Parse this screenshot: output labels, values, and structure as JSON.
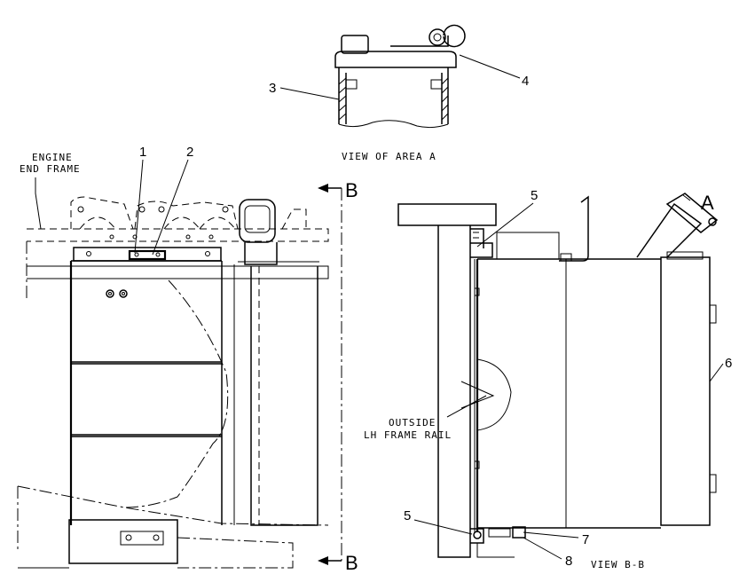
{
  "labels": {
    "engine_end_frame_line1": "ENGINE",
    "engine_end_frame_line2": "END FRAME",
    "view_of_area_a": "VIEW OF AREA A",
    "outside_line1": "OUTSIDE",
    "outside_line2": "LH FRAME RAIL",
    "view_bb": "VIEW B-B",
    "section_b_top": "B",
    "section_b_bottom": "B",
    "detail_a": "A"
  },
  "callouts": {
    "c1": "1",
    "c2": "2",
    "c3": "3",
    "c4": "4",
    "c5_top": "5",
    "c5_bottom": "5",
    "c6": "6",
    "c7": "7",
    "c8": "8"
  }
}
